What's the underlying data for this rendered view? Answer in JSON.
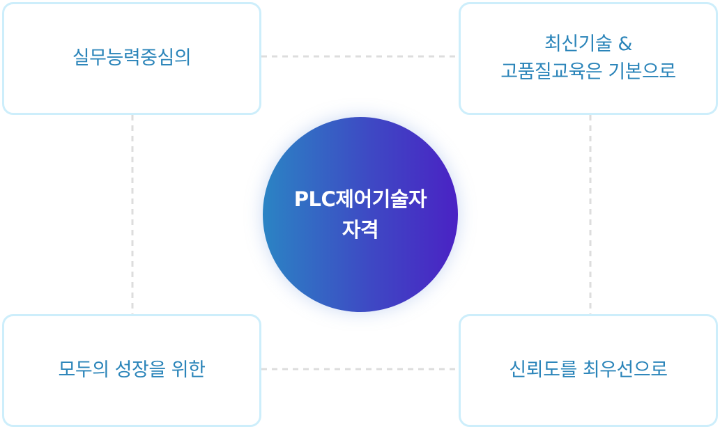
{
  "center": {
    "line1": "PLC제어기술자",
    "line2": "자격"
  },
  "boxes": {
    "top_left": {
      "line1": "실무능력중심의"
    },
    "top_right": {
      "line1": "최신기술 &",
      "line2": "고품질교육은 기본으로"
    },
    "bottom_left": {
      "line1": "모두의 성장을 위한"
    },
    "bottom_right": {
      "line1": "신뢰도를 최우선으로"
    }
  },
  "colors": {
    "box_border": "#cdeefb",
    "box_text": "#2a84b9",
    "connector": "#dddddd",
    "circle_gradient_start": "#2b84c4",
    "circle_gradient_end": "#4a22c4"
  }
}
